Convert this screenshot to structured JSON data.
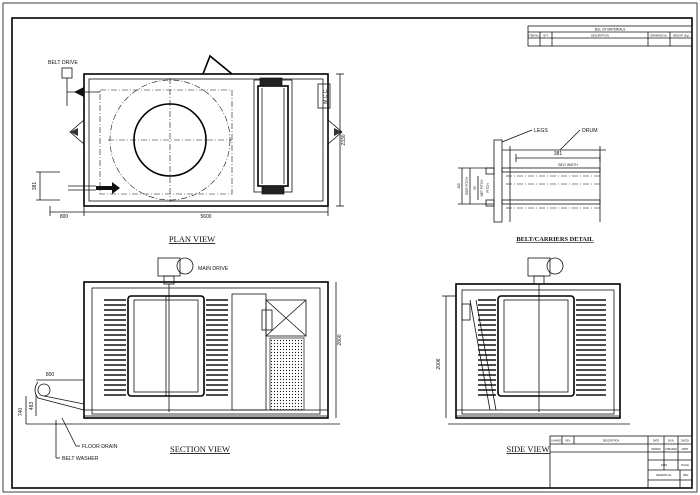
{
  "views": {
    "plan": "PLAN VIEW",
    "section": "SECTION VIEW",
    "side": "SIDE VIEW",
    "belt_detail": "BELT/CARRIERS DETAIL"
  },
  "labels": {
    "belt_drive": "BELT DRIVE",
    "mcc": "M.C.C.",
    "main_drive": "MAIN DRIVE",
    "floor_drain": "FLOOR DRAIN",
    "belt_washer": "BELT WASHER",
    "legs": "LEGS",
    "drum": "DRUM",
    "belt_width": "BELT WIDTH",
    "side_pitch": "SIDE PITCH",
    "net_pitch": "NET PITCH",
    "pitch": "PITCH"
  },
  "dimensions": {
    "plan_width": "5600",
    "plan_depth": "2330",
    "plan_offset": "800",
    "plan_inner": "381",
    "section_height": "2800",
    "section_800": "800",
    "section_740": "740",
    "section_483": "483",
    "side_height": "2006",
    "detail_381": "381",
    "detail_100": "100",
    "detail_55": "55"
  },
  "bom": {
    "title": "BILL OF MATERIALS",
    "headers": [
      "ITEM No.",
      "QTY.",
      "DESCRIPTION",
      "DRAWING No.",
      "WEIGHT (Kg)"
    ]
  },
  "title_block": {
    "rev_headers": [
      "CHANGE",
      "REV.",
      "DESCRIPTION",
      "DATE",
      "SIGN.",
      "CHECK",
      "APPR."
    ],
    "row2": [
      "DRAWN",
      "CHECKED",
      "APPR."
    ],
    "row3": [
      "DATE",
      "SCALE"
    ],
    "row4": [
      "DRAWING No.",
      "REV."
    ]
  }
}
